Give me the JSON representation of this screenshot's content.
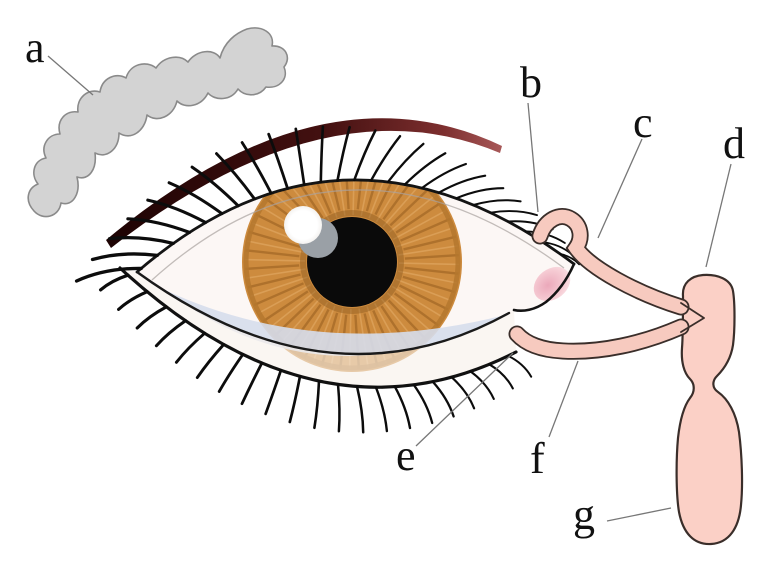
{
  "figure": {
    "description": "eye-with-lacrimal-apparatus-diagram",
    "labels": [
      {
        "letter": "a"
      },
      {
        "letter": "b"
      },
      {
        "letter": "c"
      },
      {
        "letter": "d"
      },
      {
        "letter": "e"
      },
      {
        "letter": "f"
      },
      {
        "letter": "g"
      }
    ],
    "palette": {
      "gland": "#d3d3d3",
      "gland_outline": "#8a8a8a",
      "iris": "#cd8b3e",
      "iris_rim": "#b4772e",
      "pupil": "#0a0a0a",
      "duct": "#fbd0c6",
      "tube": "#f7cabf",
      "duct_outline": "#3a2e2a",
      "eyelid_maroon": "#3f0a0a",
      "lash": "#0c0c0c",
      "sclera": "#fcf7f5",
      "lower_lid_shadow": "#d6ddec",
      "caruncle": "#eeaebd",
      "leader_line": "#777777",
      "label_color": "#111111"
    }
  }
}
